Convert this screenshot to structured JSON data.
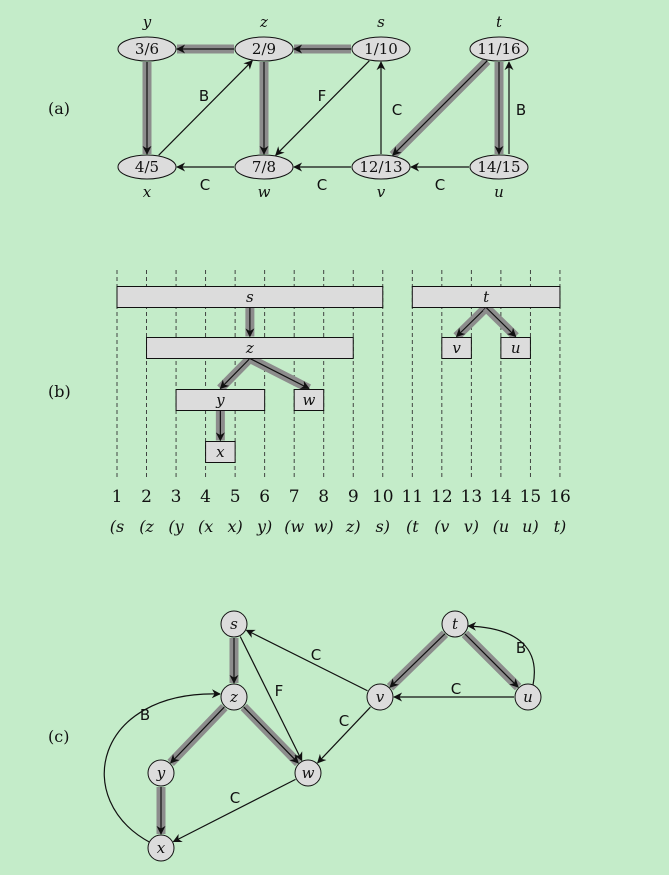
{
  "panels": {
    "a": "(a)",
    "b": "(b)",
    "c": "(c)"
  },
  "panel_a": {
    "vertices": [
      {
        "id": "y",
        "name": "y",
        "times": "3/6"
      },
      {
        "id": "z",
        "name": "z",
        "times": "2/9"
      },
      {
        "id": "s",
        "name": "s",
        "times": "1/10"
      },
      {
        "id": "t",
        "name": "t",
        "times": "11/16"
      },
      {
        "id": "x",
        "name": "x",
        "times": "4/5"
      },
      {
        "id": "w",
        "name": "w",
        "times": "7/8"
      },
      {
        "id": "v",
        "name": "v",
        "times": "12/13"
      },
      {
        "id": "u",
        "name": "u",
        "times": "14/15"
      }
    ],
    "edges": [
      {
        "from": "s",
        "to": "z",
        "type": "T"
      },
      {
        "from": "z",
        "to": "y",
        "type": "T"
      },
      {
        "from": "y",
        "to": "x",
        "type": "T"
      },
      {
        "from": "z",
        "to": "w",
        "type": "T"
      },
      {
        "from": "t",
        "to": "v",
        "type": "T"
      },
      {
        "from": "t",
        "to": "u",
        "type": "T"
      },
      {
        "from": "x",
        "to": "z",
        "type": "B",
        "label": "B"
      },
      {
        "from": "s",
        "to": "w",
        "type": "F",
        "label": "F"
      },
      {
        "from": "v",
        "to": "s",
        "type": "C",
        "label": "C"
      },
      {
        "from": "u",
        "to": "t",
        "type": "B",
        "label": "B"
      },
      {
        "from": "w",
        "to": "x",
        "type": "C",
        "label": "C"
      },
      {
        "from": "v",
        "to": "w",
        "type": "C",
        "label": "C"
      },
      {
        "from": "u",
        "to": "v",
        "type": "C",
        "label": "C"
      }
    ]
  },
  "panel_b": {
    "intervals": [
      {
        "name": "s",
        "start": 1,
        "end": 10,
        "level": 0
      },
      {
        "name": "z",
        "start": 2,
        "end": 9,
        "level": 1
      },
      {
        "name": "y",
        "start": 3,
        "end": 6,
        "level": 2
      },
      {
        "name": "x",
        "start": 4,
        "end": 5,
        "level": 3
      },
      {
        "name": "w",
        "start": 7,
        "end": 8,
        "level": 2
      },
      {
        "name": "t",
        "start": 11,
        "end": 16,
        "level": 0
      },
      {
        "name": "v",
        "start": 12,
        "end": 13,
        "level": 1
      },
      {
        "name": "u",
        "start": 14,
        "end": 15,
        "level": 1
      }
    ],
    "tree_edges": [
      [
        "s",
        "z"
      ],
      [
        "z",
        "y"
      ],
      [
        "z",
        "w"
      ],
      [
        "y",
        "x"
      ],
      [
        "t",
        "v"
      ],
      [
        "t",
        "u"
      ]
    ],
    "ticks": [
      "1",
      "2",
      "3",
      "4",
      "5",
      "6",
      "7",
      "8",
      "9",
      "10",
      "11",
      "12",
      "13",
      "14",
      "15",
      "16"
    ],
    "paren": [
      "(s",
      "(z",
      "(y",
      "(x",
      "x)",
      "y)",
      "(w",
      "w)",
      "z)",
      "s)",
      "(t",
      "(v",
      "v)",
      "(u",
      "u)",
      "t)"
    ]
  },
  "panel_c": {
    "vertices": [
      {
        "id": "s",
        "name": "s"
      },
      {
        "id": "z",
        "name": "z"
      },
      {
        "id": "y",
        "name": "y"
      },
      {
        "id": "x",
        "name": "x"
      },
      {
        "id": "w",
        "name": "w"
      },
      {
        "id": "t",
        "name": "t"
      },
      {
        "id": "v",
        "name": "v"
      },
      {
        "id": "u",
        "name": "u"
      }
    ],
    "edges": [
      {
        "from": "s",
        "to": "z",
        "type": "T"
      },
      {
        "from": "z",
        "to": "y",
        "type": "T"
      },
      {
        "from": "y",
        "to": "x",
        "type": "T"
      },
      {
        "from": "z",
        "to": "w",
        "type": "T"
      },
      {
        "from": "t",
        "to": "v",
        "type": "T"
      },
      {
        "from": "t",
        "to": "u",
        "type": "T"
      },
      {
        "from": "s",
        "to": "w",
        "type": "F",
        "label": "F"
      },
      {
        "from": "v",
        "to": "s",
        "type": "C",
        "label": "C"
      },
      {
        "from": "v",
        "to": "w",
        "type": "C",
        "label": "C"
      },
      {
        "from": "u",
        "to": "v",
        "type": "C",
        "label": "C"
      },
      {
        "from": "w",
        "to": "x",
        "type": "C",
        "label": "C"
      },
      {
        "from": "x",
        "to": "z",
        "type": "B",
        "label": "B"
      },
      {
        "from": "u",
        "to": "t",
        "type": "B",
        "label": "B"
      }
    ]
  },
  "colors": {
    "background": "#c4ecc9",
    "node_fill": "#dcdcdc",
    "tree_edge": "#8c8c8c",
    "ink": "#111111"
  }
}
